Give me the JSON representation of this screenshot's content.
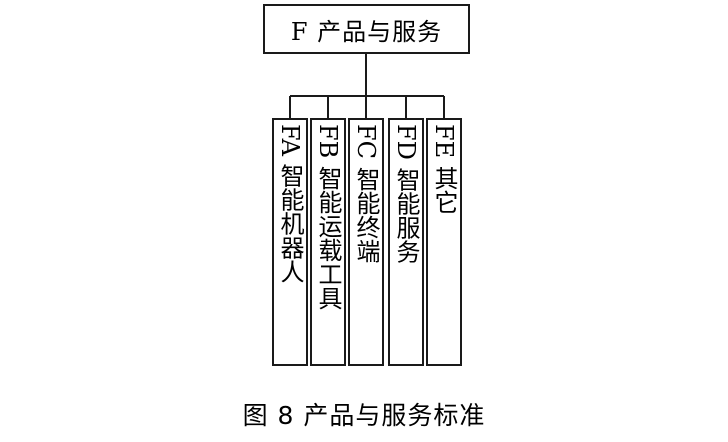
{
  "diagram": {
    "root": {
      "label": "F 产品与服务"
    },
    "children": [
      {
        "id": "FA",
        "label": "FA 智能机器人"
      },
      {
        "id": "FB",
        "label": "FB 智能运载工具"
      },
      {
        "id": "FC",
        "label": "FC 智能终端"
      },
      {
        "id": "FD",
        "label": "FD 智能服务"
      },
      {
        "id": "FE",
        "label": "FE 其它"
      }
    ],
    "edges": [
      {
        "from": "F",
        "to": "FA"
      },
      {
        "from": "F",
        "to": "FB"
      },
      {
        "from": "F",
        "to": "FC"
      },
      {
        "from": "F",
        "to": "FD"
      },
      {
        "from": "F",
        "to": "FE"
      }
    ]
  },
  "caption": "图 8  产品与服务标准"
}
